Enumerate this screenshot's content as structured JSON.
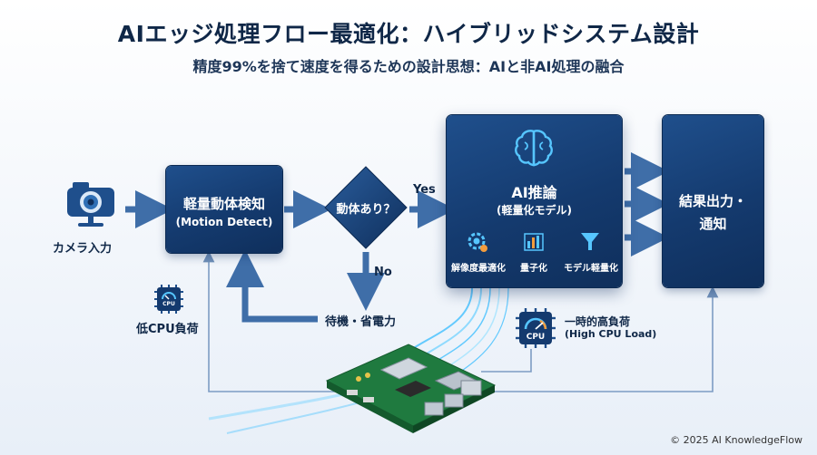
{
  "header": {
    "title": "AIエッジ処理フロー最適化：ハイブリッドシステム設計",
    "subtitle": "精度99%を捨て速度を得るための設計思想：AIと非AI処理の融合"
  },
  "nodes": {
    "camera": {
      "label": "カメラ入力"
    },
    "motion": {
      "main": "軽量動体検知",
      "sub": "(Motion Detect)"
    },
    "decision": {
      "label": "動体あり？",
      "yes": "Yes",
      "no": "No"
    },
    "standby": {
      "label": "待機・省電力"
    },
    "ai": {
      "main": "AI推論",
      "sub": "(軽量化モデル)",
      "features": [
        "解像度最適化",
        "量子化",
        "モデル軽量化"
      ]
    },
    "output": {
      "main_line1": "結果出力・",
      "main_line2": "通知"
    },
    "low_cpu": {
      "chip": "CPU",
      "label": "低CPU負荷"
    },
    "high_cpu": {
      "chip": "CPU",
      "line1": "一時的高負荷",
      "line2": "(High CPU Load)"
    }
  },
  "footer": {
    "copyright": "© 2025 AI KnowledgeFlow"
  },
  "colors": {
    "box_dark": "#143a6e",
    "arrow": "#3f6ea8",
    "line": "#7d9cc4",
    "glow": "#4cc3ff",
    "accent_orange": "#f39c3d"
  }
}
